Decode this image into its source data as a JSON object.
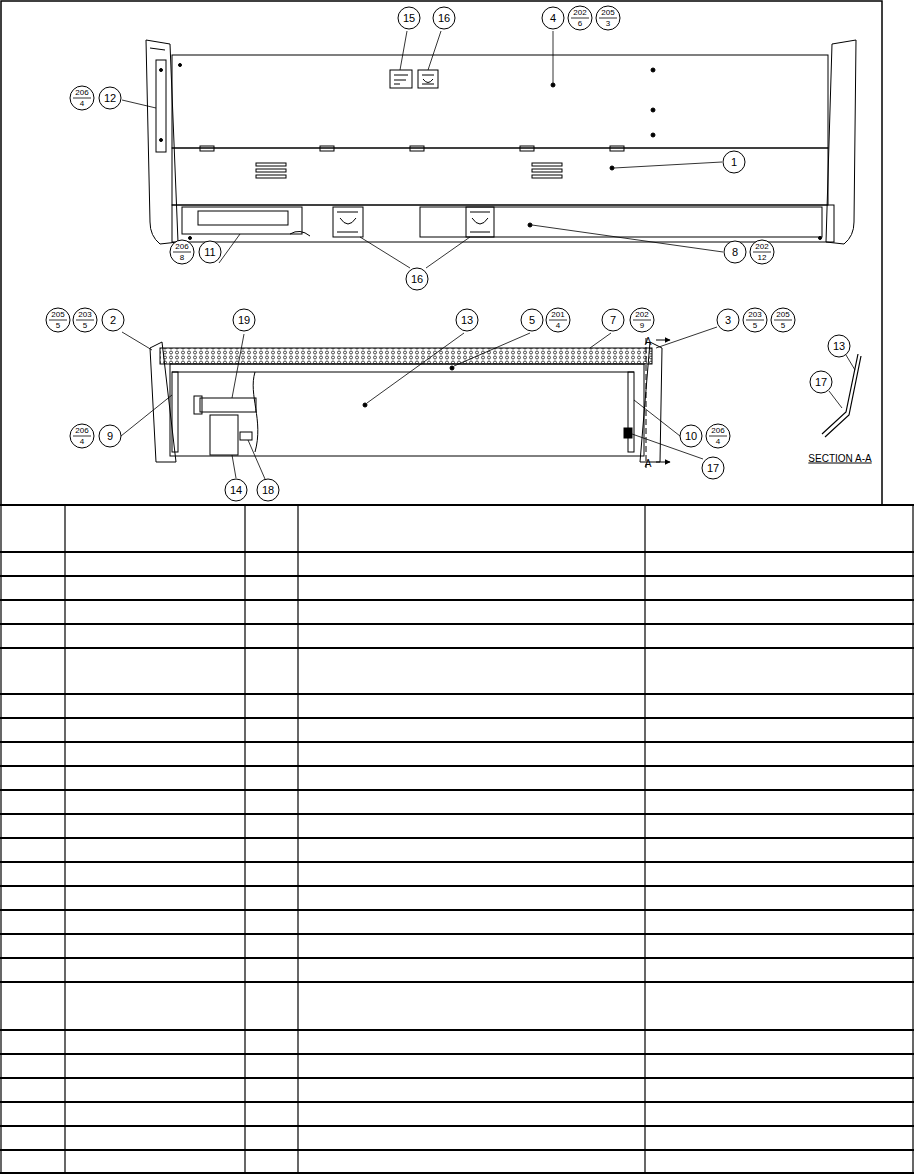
{
  "diagram": {
    "labels": [
      "15",
      "16",
      "4",
      "202",
      "6",
      "205",
      "3",
      "206",
      "4",
      "12",
      "1",
      "206",
      "8",
      "11",
      "8",
      "202",
      "12",
      "16",
      "205",
      "5",
      "203",
      "5",
      "2",
      "19",
      "13",
      "5",
      "201",
      "4",
      "7",
      "202",
      "9",
      "3",
      "203",
      "5",
      "205",
      "5",
      "A",
      "206",
      "4",
      "9",
      "10",
      "206",
      "4",
      "13",
      "17",
      "A",
      "17",
      "14",
      "18",
      "SECTION A-A"
    ]
  }
}
